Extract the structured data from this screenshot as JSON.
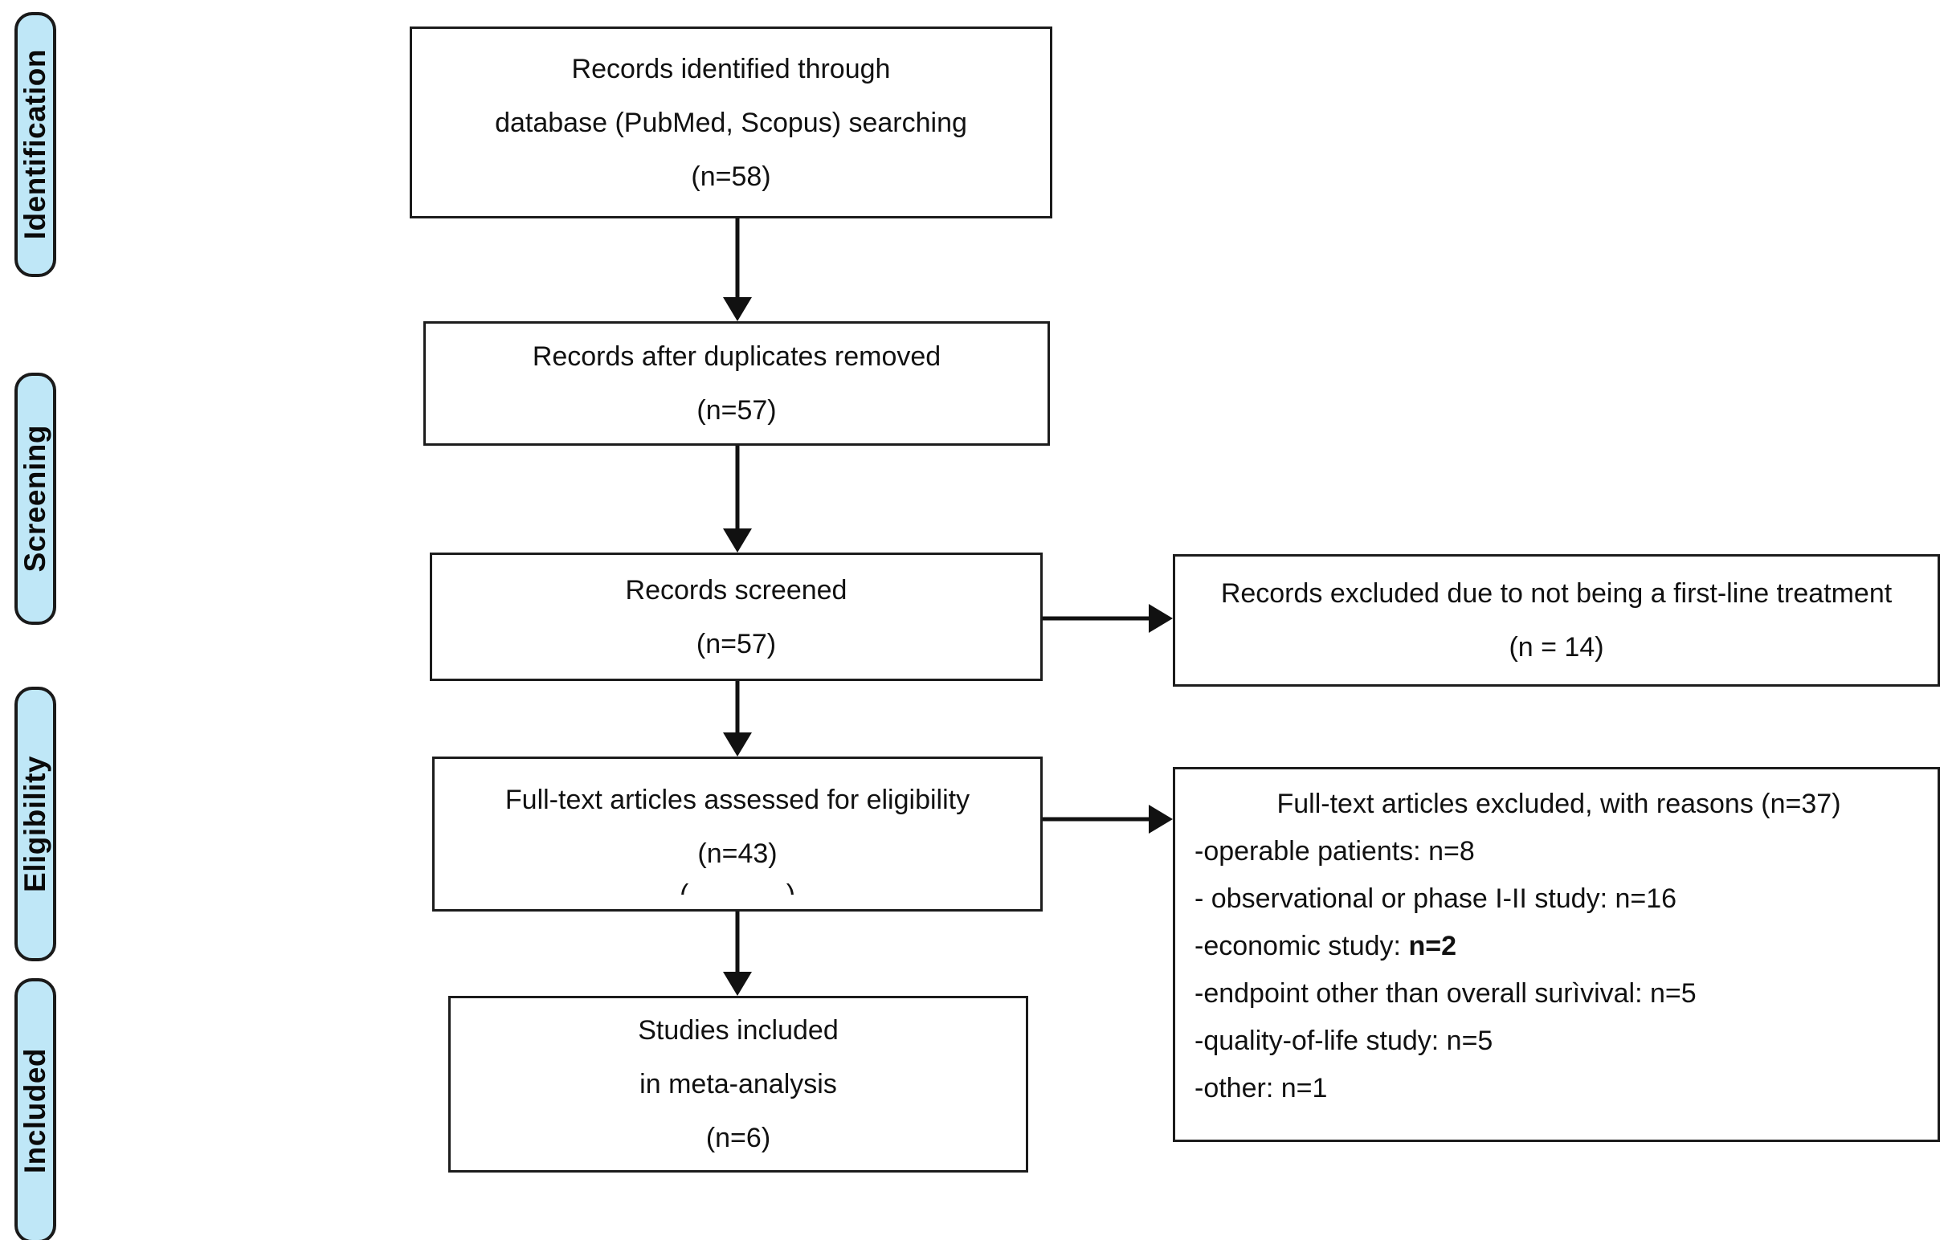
{
  "diagram": {
    "type": "prisma-flow-diagram",
    "accent_blue": "#BFE7F7",
    "border_color": "#1C1C1C",
    "text_color": "#111111"
  },
  "stages": [
    {
      "label": "Identification"
    },
    {
      "label": "Screening"
    },
    {
      "label": "Eligibility"
    },
    {
      "label": "Included"
    }
  ],
  "boxes": {
    "identified": {
      "line1": "Records identified through",
      "line2": "database (PubMed, Scopus) searching",
      "line3": "(n=58)"
    },
    "duplicates_removed": {
      "line1": "Records after duplicates removed",
      "line2": "(n=57)"
    },
    "screened": {
      "line1": "Records screened",
      "line2": "(n=57)"
    },
    "screen_excluded": {
      "line1": "Records excluded due to not being a first-line treatment",
      "line2": "(n = 14)"
    },
    "fulltext_assessed": {
      "line1": "Full-text articles assessed for eligibility",
      "line2": "(n=43)",
      "line3_remnant": "( )"
    },
    "fulltext_excluded": {
      "heading": "Full-text articles excluded, with reasons (n=37)",
      "reasons": [
        {
          "text": "-operable patients: n=8",
          "bold_tail": ""
        },
        {
          "text": "- observational or phase I-II study: n=16",
          "bold_tail": ""
        },
        {
          "text": "-economic study: ",
          "bold_tail": "n=2"
        },
        {
          "text": "-endpoint other than overall surìvival: n=5",
          "bold_tail": ""
        },
        {
          "text": "-quality-of-life study: n=5",
          "bold_tail": ""
        },
        {
          "text": "-other: n=1",
          "bold_tail": ""
        }
      ]
    },
    "included": {
      "line1": "Studies included",
      "line2": "in meta-analysis",
      "line3": "(n=6)"
    }
  },
  "arrows": [
    {
      "name": "identified-to-duplicates",
      "direction": "down"
    },
    {
      "name": "duplicates-to-screened",
      "direction": "down"
    },
    {
      "name": "screened-to-fulltext",
      "direction": "down"
    },
    {
      "name": "fulltext-to-included",
      "direction": "down"
    },
    {
      "name": "screened-to-screen-excluded",
      "direction": "right"
    },
    {
      "name": "fulltext-to-fulltext-excluded",
      "direction": "right"
    }
  ]
}
